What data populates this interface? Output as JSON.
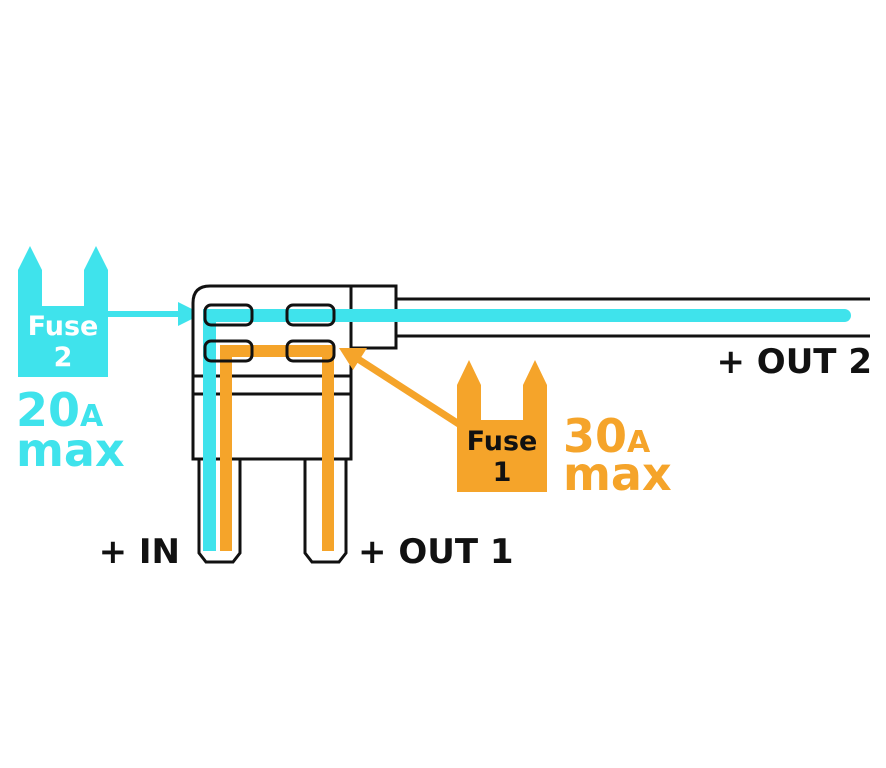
{
  "colors": {
    "fuse2": "#3fe3ec",
    "fuse1": "#f5a42a",
    "outline": "#111111",
    "fuse2_text": "#ffffff",
    "fuse1_text": "#111111"
  },
  "fuse2": {
    "label_line1": "Fuse",
    "label_line2": "2",
    "rating_value": "20",
    "rating_unit": "A",
    "rating_max": "max"
  },
  "fuse1": {
    "label_line1": "Fuse",
    "label_line2": "1",
    "rating_value": "30",
    "rating_unit": "A",
    "rating_max": "max"
  },
  "terminals": {
    "in": "+ IN",
    "out1": "+ OUT 1",
    "out2": "+ OUT 2"
  }
}
